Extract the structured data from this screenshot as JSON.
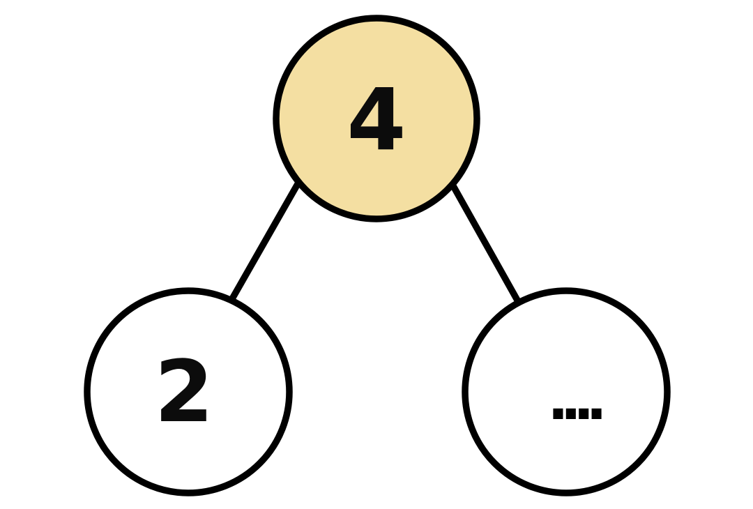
{
  "diagram": {
    "type": "number-bond",
    "background": "#ffffff",
    "line_color": "#000000",
    "nodes": {
      "whole": {
        "label": "4",
        "fill": "#F4DFA2",
        "stroke": "#000000",
        "role": "whole-total"
      },
      "part_left": {
        "label": "2",
        "fill": "#ffffff",
        "stroke": "#000000",
        "role": "known-part"
      },
      "part_right": {
        "label": "....",
        "fill": "#ffffff",
        "stroke": "#000000",
        "role": "missing-part-placeholder"
      }
    }
  }
}
